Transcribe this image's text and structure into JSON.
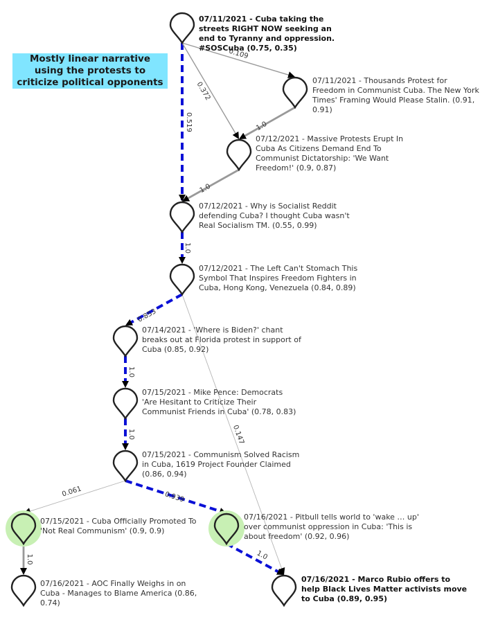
{
  "callout": {
    "text": "Mostly linear narrative using the protests to criticize political opponents"
  },
  "nodes": [
    {
      "id": "n1",
      "label": "07/11/2021 - Cuba taking the streets RIGHT NOW seeking an end to Tyranny and oppression. #SOSCuba (0.75, 0.35)",
      "bold": true,
      "highlight": false
    },
    {
      "id": "n2",
      "label": "07/11/2021 - Thousands Protest for Freedom in Communist Cuba. The New York Times' Framing Would Please Stalin. (0.91, 0.91)",
      "bold": false,
      "highlight": false
    },
    {
      "id": "n3",
      "label": "07/12/2021 - Massive Protests Erupt In Cuba As Citizens Demand End To Communist Dictatorship: 'We Want Freedom!' (0.9, 0.87)",
      "bold": false,
      "highlight": false
    },
    {
      "id": "n4",
      "label": "07/12/2021 - Why is Socialist Reddit defending Cuba? I thought Cuba wasn't Real Socialism TM. (0.55, 0.99)",
      "bold": false,
      "highlight": false
    },
    {
      "id": "n5",
      "label": "07/12/2021 - The Left Can't Stomach This Symbol That Inspires Freedom Fighters in Cuba, Hong Kong, Venezuela (0.84, 0.89)",
      "bold": false,
      "highlight": false
    },
    {
      "id": "n6",
      "label": "07/14/2021 - 'Where is Biden?' chant breaks out at Florida protest in support of Cuba (0.85, 0.92)",
      "bold": false,
      "highlight": false
    },
    {
      "id": "n7",
      "label": "07/15/2021 - Mike Pence: Democrats 'Are Hesitant to Criticize Their Communist Friends in Cuba' (0.78, 0.83)",
      "bold": false,
      "highlight": false
    },
    {
      "id": "n8",
      "label": "07/15/2021 - Communism Solved Racism in Cuba, 1619 Project Founder Claimed (0.86, 0.94)",
      "bold": false,
      "highlight": false
    },
    {
      "id": "n9",
      "label": "07/15/2021 - Cuba Officially Promoted To 'Not Real Communism' (0.9, 0.9)",
      "bold": false,
      "highlight": true
    },
    {
      "id": "n10",
      "label": "07/16/2021 - Pitbull tells world to 'wake … up' over communist oppression in Cuba: 'This is about freedom' (0.92, 0.96)",
      "bold": false,
      "highlight": true
    },
    {
      "id": "n11",
      "label": "07/16/2021 - AOC Finally Weighs in on Cuba - Manages to Blame America (0.86, 0.74)",
      "bold": false,
      "highlight": false
    },
    {
      "id": "n12",
      "label": "07/16/2021 - Marco Rubio offers to help Black Lives Matter activists move to Cuba (0.89, 0.95)",
      "bold": true,
      "highlight": false
    }
  ],
  "edges": [
    {
      "from": "n1",
      "to": "n4",
      "weight": "0.519",
      "style": "main"
    },
    {
      "from": "n1",
      "to": "n2",
      "weight": "0.109",
      "style": "thin"
    },
    {
      "from": "n1",
      "to": "n3",
      "weight": "0.372",
      "style": "thin"
    },
    {
      "from": "n2",
      "to": "n3",
      "weight": "1.0",
      "style": "gray"
    },
    {
      "from": "n3",
      "to": "n4",
      "weight": "1.0",
      "style": "gray"
    },
    {
      "from": "n4",
      "to": "n5",
      "weight": "1.0",
      "style": "main"
    },
    {
      "from": "n5",
      "to": "n6",
      "weight": "0.853",
      "style": "main"
    },
    {
      "from": "n5",
      "to": "n12",
      "weight": "0.147",
      "style": "faint"
    },
    {
      "from": "n6",
      "to": "n7",
      "weight": "1.0",
      "style": "main"
    },
    {
      "from": "n7",
      "to": "n8",
      "weight": "1.0",
      "style": "main"
    },
    {
      "from": "n8",
      "to": "n9",
      "weight": "0.061",
      "style": "faint"
    },
    {
      "from": "n8",
      "to": "n10",
      "weight": "0.939",
      "style": "main"
    },
    {
      "from": "n9",
      "to": "n11",
      "weight": "1.0",
      "style": "gray"
    },
    {
      "from": "n10",
      "to": "n12",
      "weight": "1.0",
      "style": "main"
    }
  ],
  "colors": {
    "main": "#0a10d6",
    "gray": "#999999",
    "thin": "#9a9a9a",
    "faint": "#b5b5b5",
    "highlight": "#c8f0b4",
    "node_stroke": "#222222"
  },
  "icons": {
    "node": "map-pin-icon"
  }
}
